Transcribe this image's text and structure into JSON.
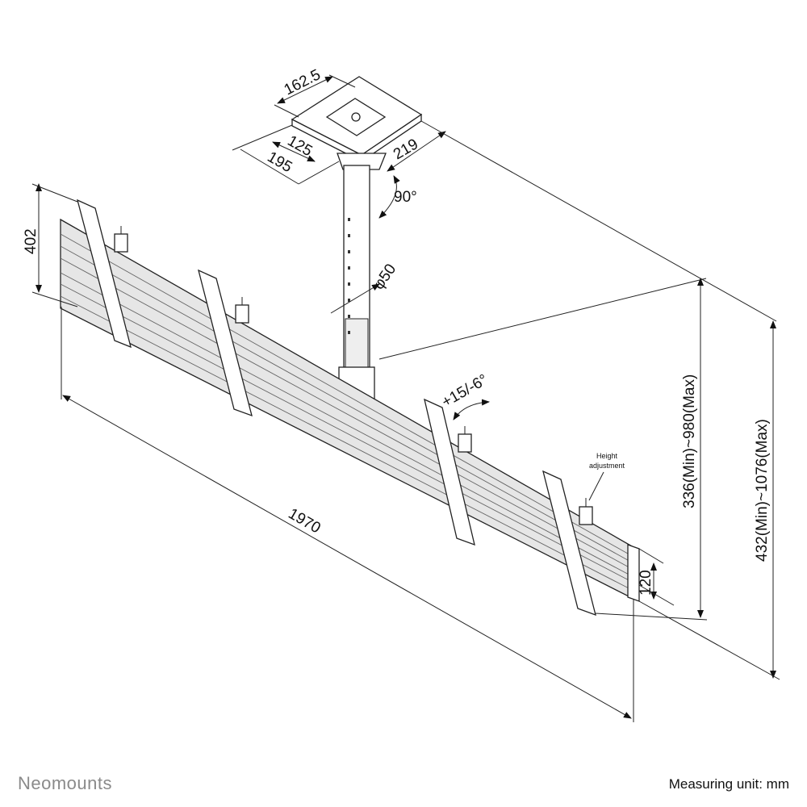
{
  "diagram": {
    "dimensions": {
      "plate_width": "162.5",
      "plate_inner": "125",
      "plate_outer": "195",
      "plate_depth": "219",
      "rotation": "90°",
      "pole_diameter": "φ50",
      "bracket_height": "402",
      "total_width": "1970",
      "tilt": "+15/-6°",
      "height_adjustment_line1": "Height",
      "height_adjustment_line2": "adjustment",
      "beam_height": "120",
      "drop_range": "336(Min)~980(Max)",
      "total_drop_range": "432(Min)~1076(Max)"
    }
  },
  "footer": {
    "brand": "Neomounts",
    "unit": "Measuring unit: mm"
  }
}
